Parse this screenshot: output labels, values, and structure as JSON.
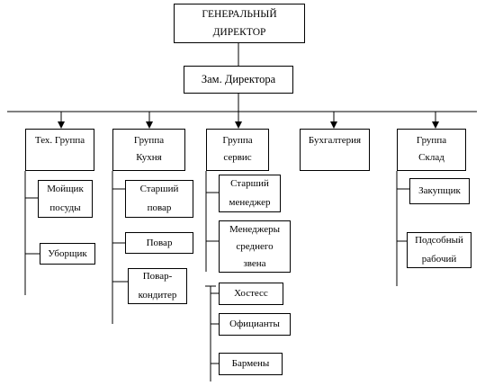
{
  "org": {
    "ceo": "ГЕНЕРАЛЬНЫЙ\nДИРЕКТОР",
    "deputy": "Зам. Директора",
    "groups": {
      "tech": {
        "title": "Тех. Группа",
        "members": [
          "Мойщик\nпосуды",
          "Уборщик"
        ]
      },
      "kitchen": {
        "title": "Группа\nКухня",
        "members": [
          "Старший\nповар",
          "Повар",
          "Повар-\nкондитер"
        ]
      },
      "service": {
        "title": "Группа\nсервис",
        "members": [
          "Старший\nменеджер",
          "Менеджеры\nсреднего\nзвена",
          "Хостесс",
          "Официанты",
          "Бармены"
        ]
      },
      "accounting": {
        "title": "Бухгалтерия"
      },
      "warehouse": {
        "title": "Группа\nСклад",
        "members": [
          "Закупщик",
          "Подсобный\nрабочий"
        ]
      }
    }
  }
}
